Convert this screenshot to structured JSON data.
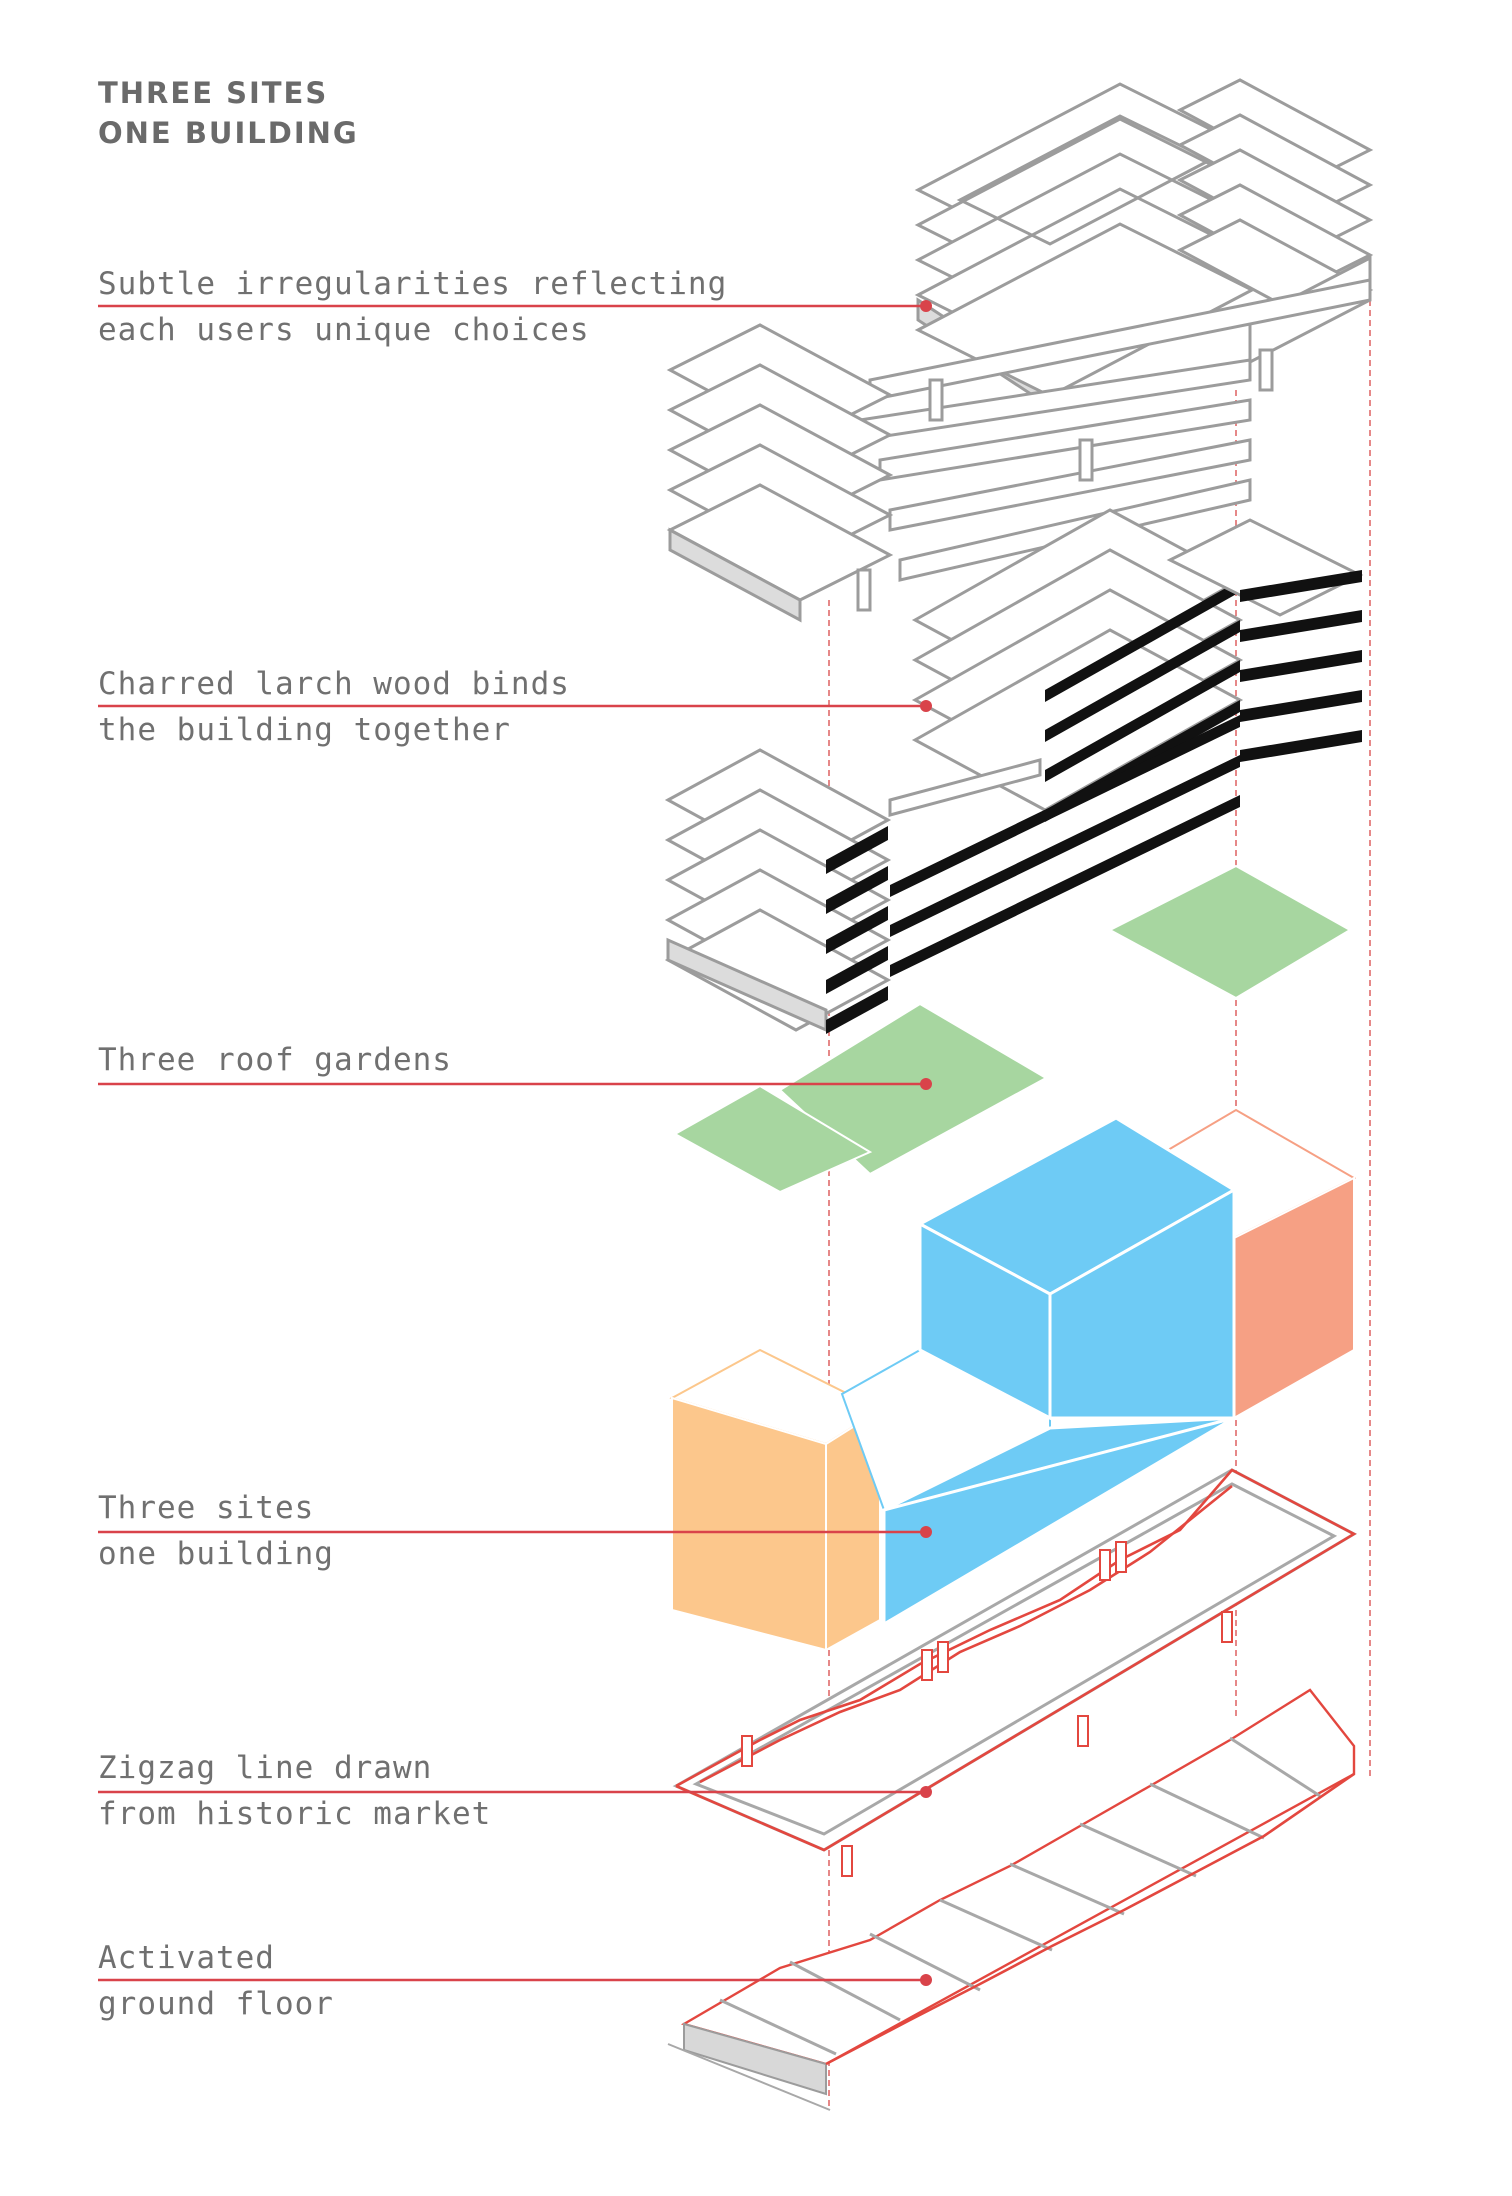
{
  "title": {
    "line1": "THREE SITES",
    "line2": "ONE BUILDING"
  },
  "annotations": [
    {
      "line1": "Subtle irregularities reflecting",
      "line2": "each users unique choices"
    },
    {
      "line1": "Charred larch wood binds",
      "line2": "the building together"
    },
    {
      "line1": "Three roof gardens",
      "line2": ""
    },
    {
      "line1": "Three sites",
      "line2": "one building"
    },
    {
      "line1": "Zigzag line drawn",
      "line2": "from historic market"
    },
    {
      "line1": "Activated",
      "line2": "ground floor"
    }
  ],
  "colors": {
    "leader": "#d9434a",
    "garden": "#a7d6a0",
    "site_blue": "#6ecbf5",
    "site_orange": "#fcc78c",
    "site_salmon": "#f6a084",
    "charred": "#111111",
    "structure_grey": "#9c9c9c",
    "text": "#707070"
  }
}
